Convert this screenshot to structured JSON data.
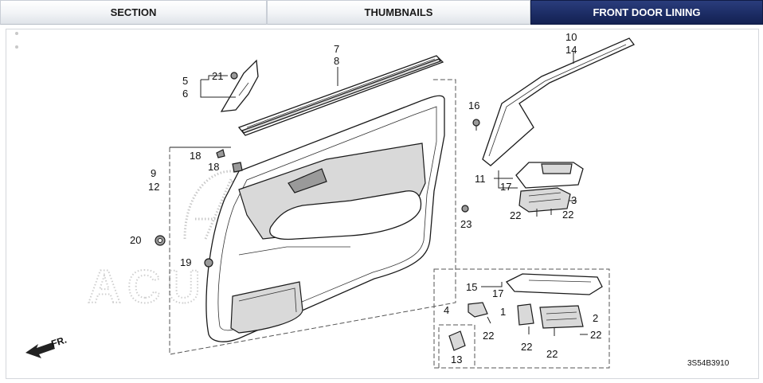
{
  "tabs": [
    {
      "label": "SECTION",
      "active": false
    },
    {
      "label": "THUMBNAILS",
      "active": false
    },
    {
      "label": "FRONT DOOR LINING",
      "active": true
    }
  ],
  "diagram": {
    "watermark": "ACURA",
    "part_code": "3S54B3910",
    "direction": "FR.",
    "callouts": {
      "c21": "21",
      "c5": "5",
      "c6": "6",
      "c7": "7",
      "c8": "8",
      "c10": "10",
      "c14": "14",
      "c16": "16",
      "c18a": "18",
      "c18b": "18",
      "c9": "9",
      "c12": "12",
      "c20": "20",
      "c19": "19",
      "c11": "11",
      "c17a": "17",
      "c3": "3",
      "c22a": "22",
      "c22b": "22",
      "c23": "23",
      "c15": "15",
      "c17b": "17",
      "c4": "4",
      "c1": "1",
      "c2": "2",
      "c22c": "22",
      "c22d": "22",
      "c22e": "22",
      "c22f": "22",
      "c13": "13"
    }
  },
  "colors": {
    "active_tab": "#1b2b63",
    "tab_border": "#c9ced6"
  }
}
